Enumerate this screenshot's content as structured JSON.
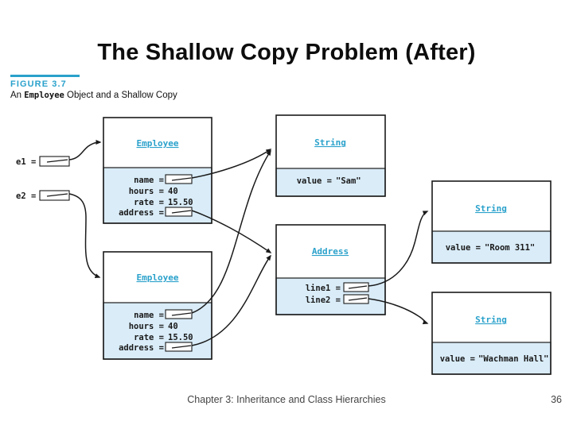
{
  "slide": {
    "title": "The Shallow Copy Problem (After)",
    "footer": "Chapter 3: Inheritance and Class Hierarchies",
    "page_number": "36"
  },
  "figure": {
    "label": "FIGURE 3.7",
    "caption_prefix": "An ",
    "caption_code": "Employee",
    "caption_suffix": " Object and a Shallow Copy"
  },
  "colors": {
    "accent": "#2aa1cb",
    "object_fill": "#d9ecf8",
    "ink": "#1a1a1a",
    "footer_ink": "#444444"
  },
  "diagram": {
    "variables": [
      {
        "label": "e1 ="
      },
      {
        "label": "e2 ="
      }
    ],
    "boxes": [
      {
        "class_name": "Employee",
        "fields": [
          {
            "label": "name ="
          },
          {
            "label": "hours =",
            "value": "40"
          },
          {
            "label": "rate =",
            "value": "15.50"
          },
          {
            "label": "address ="
          }
        ]
      },
      {
        "class_name": "Employee",
        "fields": [
          {
            "label": "name ="
          },
          {
            "label": "hours =",
            "value": "40"
          },
          {
            "label": "rate =",
            "value": "15.50"
          },
          {
            "label": "address ="
          }
        ]
      },
      {
        "class_name": "String",
        "fields": [
          {
            "label": "value =",
            "value": "\"Sam\""
          }
        ]
      },
      {
        "class_name": "Address",
        "fields": [
          {
            "label": "line1 ="
          },
          {
            "label": "line2 ="
          }
        ]
      },
      {
        "class_name": "String",
        "fields": [
          {
            "label": "value =",
            "value": "\"Room 311\""
          }
        ]
      },
      {
        "class_name": "String",
        "fields": [
          {
            "label": "value =",
            "value": "\"Wachman Hall\""
          }
        ]
      }
    ]
  }
}
